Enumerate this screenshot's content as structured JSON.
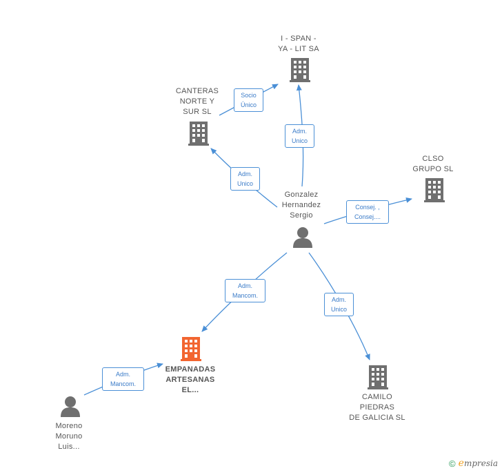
{
  "colors": {
    "edge": "#4a8fd6",
    "company": "#6f6f6f",
    "company_main": "#f26530",
    "person": "#6f6f6f"
  },
  "nodes": {
    "ispan": {
      "label": "I -  SPAN -\nYA - LIT SA",
      "type": "company"
    },
    "canteras": {
      "label": "CANTERAS\nNORTE Y\nSUR SL",
      "type": "company"
    },
    "clso": {
      "label": "CLSO\nGRUPO  SL",
      "type": "company"
    },
    "gonzalez": {
      "label": "Gonzalez\nHernandez\nSergio",
      "type": "person"
    },
    "empanadas": {
      "label": "EMPANADAS\nARTESANAS\nEL...",
      "type": "company_main"
    },
    "camilo": {
      "label": "CAMILO\nPIEDRAS\nDE GALICIA SL",
      "type": "company"
    },
    "moreno": {
      "label": "Moreno\nMoruno\nLuis...",
      "type": "person"
    }
  },
  "edges": {
    "socio_unico": {
      "label": "Socio\nÚnico"
    },
    "adm_unico_ispan": {
      "label": "Adm.\nUnico"
    },
    "adm_unico_canteras": {
      "label": "Adm.\nUnico"
    },
    "consej": {
      "label": "Consej. ,\nConsej...."
    },
    "adm_mancom_empanadas": {
      "label": "Adm.\nMancom."
    },
    "adm_unico_camilo": {
      "label": "Adm.\nUnico"
    },
    "adm_mancom_moreno": {
      "label": "Adm.\nMancom."
    }
  },
  "brand": {
    "copyright": "©",
    "e": "e",
    "rest": "mpresia"
  }
}
